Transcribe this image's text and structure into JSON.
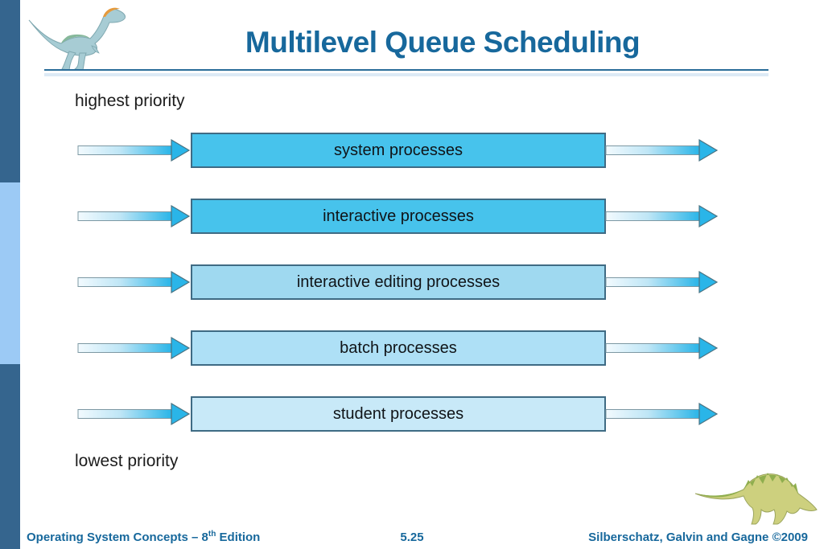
{
  "slide": {
    "title": "Multilevel Queue Scheduling",
    "labels": {
      "highest": "highest priority",
      "lowest": "lowest priority"
    }
  },
  "diagram": {
    "queues": [
      {
        "label": "system processes",
        "fill": "#47c3ec"
      },
      {
        "label": "interactive processes",
        "fill": "#47c3ec"
      },
      {
        "label": "interactive editing processes",
        "fill": "#9fd9f0"
      },
      {
        "label": "batch processes",
        "fill": "#aee0f6"
      },
      {
        "label": "student processes",
        "fill": "#c8e9f8"
      }
    ]
  },
  "footer": {
    "left_prefix": "Operating System Concepts – 8",
    "left_sup": "th",
    "left_suffix": " Edition",
    "page": "5.25",
    "right": "Silberschatz, Galvin and Gagne ©2009"
  },
  "colors": {
    "accent_blue": "#17689c",
    "sidebar_dark": "#35658e",
    "sidebar_light": "#9ccaf5",
    "arrow_cyan": "#2ab5e8",
    "box_border": "#3f6b84"
  },
  "icons": {
    "top_left": "dinosaur-logo",
    "bottom_right": "dinosaur-logo",
    "arrows": "flow-arrow"
  }
}
